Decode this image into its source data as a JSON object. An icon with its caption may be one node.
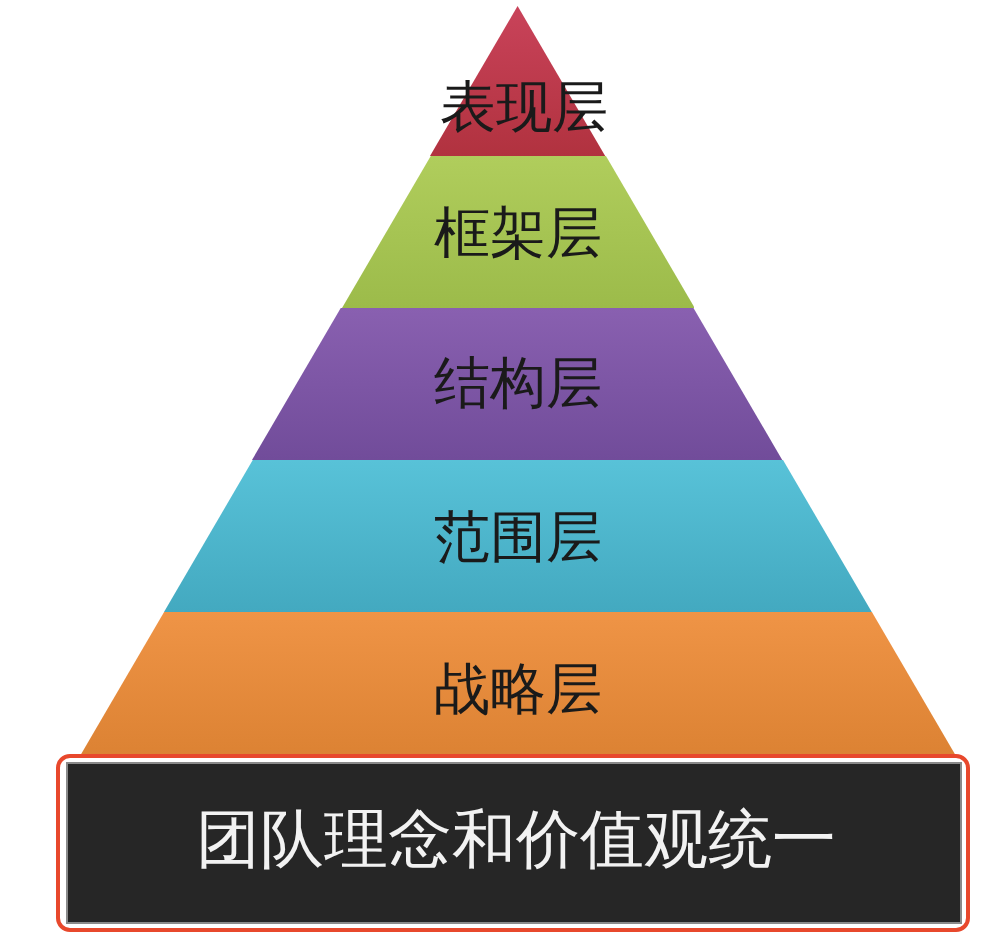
{
  "diagram": {
    "nodes": [
      {
        "text": [
          "表现层"
        ]
      },
      {
        "text": [
          "框架层"
        ]
      },
      {
        "text": [
          "结构层"
        ]
      },
      {
        "text": [
          "范围层"
        ]
      },
      {
        "text": [
          "战略层"
        ]
      },
      {
        "text": [
          "团队理念和价值观统一"
        ]
      }
    ]
  }
}
